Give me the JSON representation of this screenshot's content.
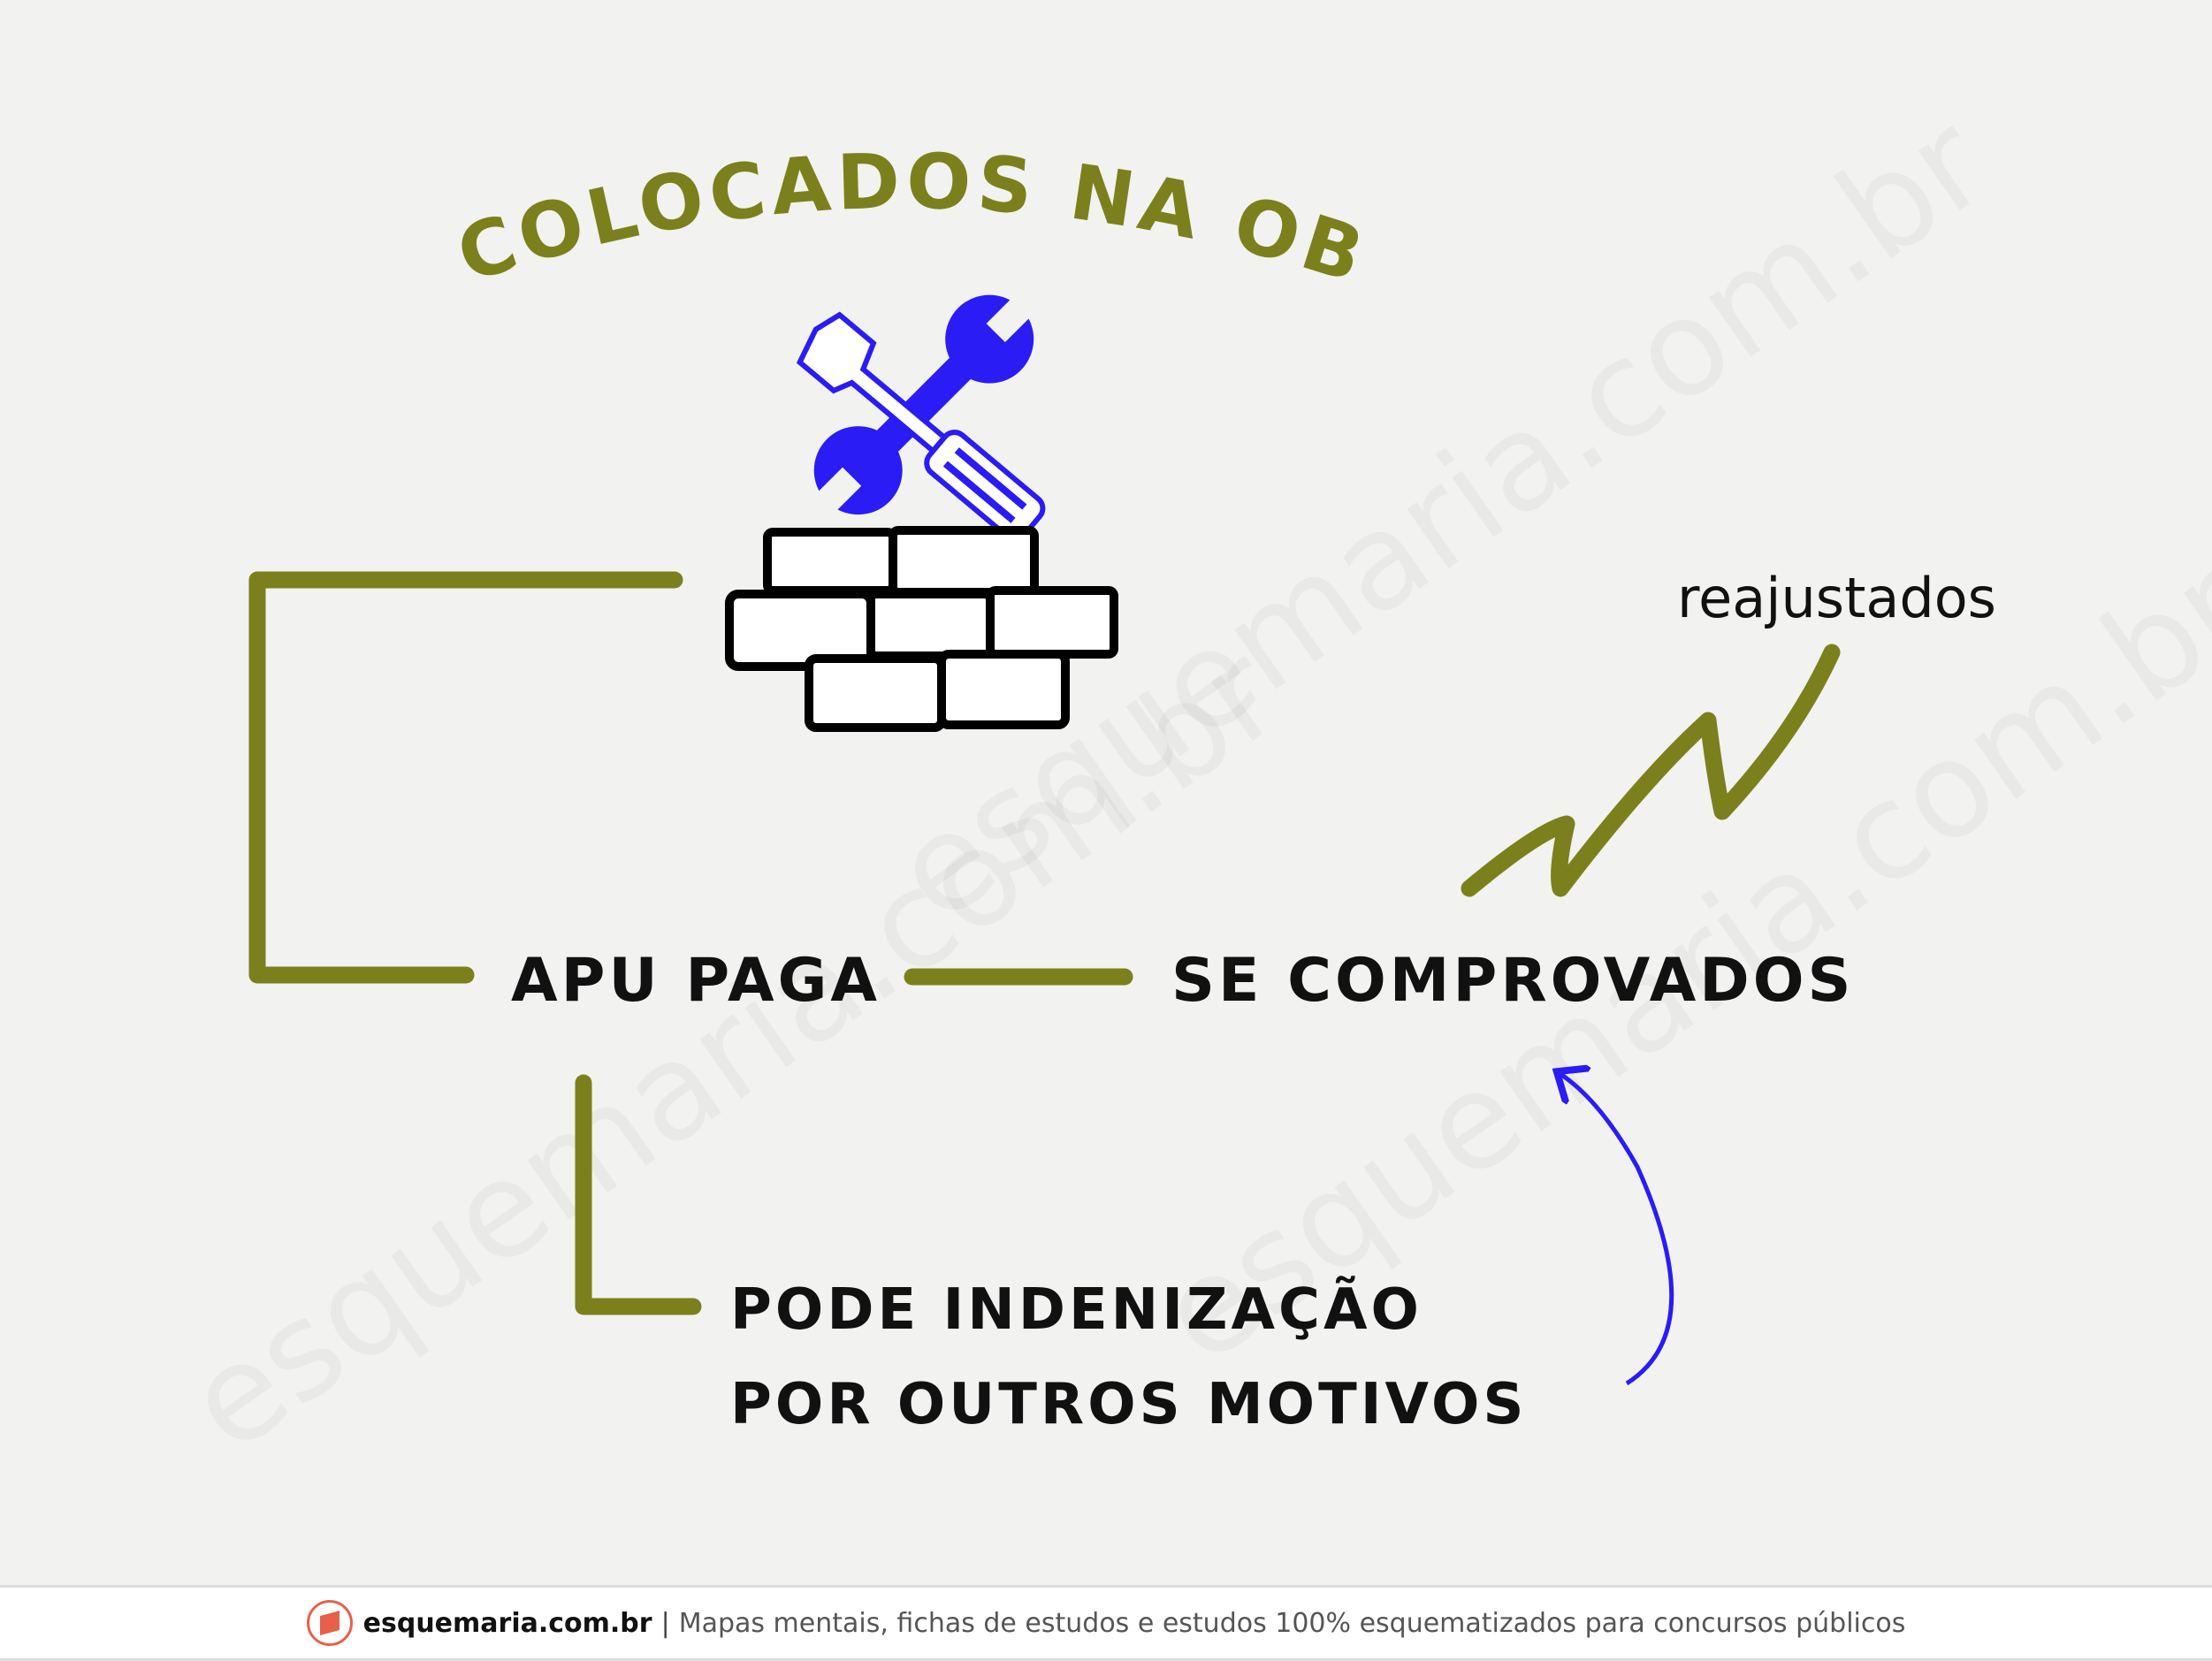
{
  "title": "COLOCADOS NA OBRA",
  "nodes": {
    "main": "APU PAGA",
    "condition": "SE COMPROVADOS",
    "adjusted": "reajustados",
    "other_line1": "PODE INDENIZAÇÃO",
    "other_line2": "POR OUTROS MOTIVOS"
  },
  "watermark": "esquemaria.com.br",
  "footer": {
    "brand": "esquemaria.com.br",
    "separator": "|",
    "tagline": "Mapas mentais, fichas de estudos e estudos 100% esquematizados para concursos públicos"
  },
  "colors": {
    "green": "#7b801c",
    "blue": "#2a1cf5",
    "text": "#111111"
  }
}
